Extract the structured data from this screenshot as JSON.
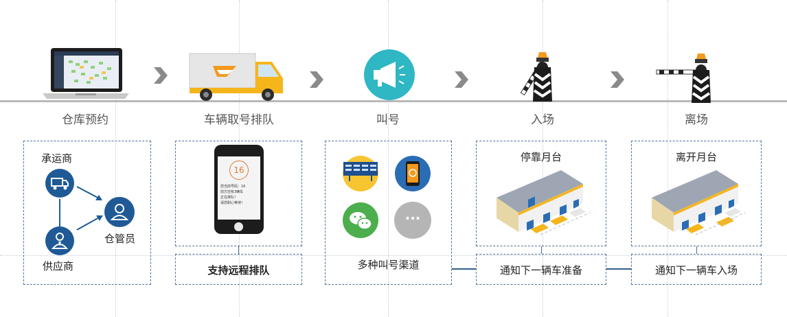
{
  "stages": [
    {
      "label": "仓库预约",
      "icon": "laptop-icon"
    },
    {
      "label": "车辆取号排队",
      "icon": "truck-icon"
    },
    {
      "label": "叫号",
      "icon": "megaphone-icon"
    },
    {
      "label": "入场",
      "icon": "barrier-gate-up-icon"
    },
    {
      "label": "离场",
      "icon": "barrier-gate-down-icon"
    }
  ],
  "reservation": {
    "carrier": "承运商",
    "supplier": "供应商",
    "warehouse_keeper": "仓管员"
  },
  "queue": {
    "phone_number": "16",
    "phone_line1": "您当前号码：16",
    "phone_line2": "前方还有3辆车",
    "phone_line3": "正在排队！",
    "phone_line4": "请您耐心等待！",
    "caption": "支持远程排队"
  },
  "call": {
    "caption": "多种叫号渠道",
    "more_icon_text": "···"
  },
  "enter": {
    "title": "停靠月台",
    "caption": "通知下一辆车准备"
  },
  "leave": {
    "title": "离开月台",
    "caption": "通知下一辆车入场"
  },
  "colors": {
    "accent_blue": "#1f5a96",
    "truck_yellow": "#f5b51b",
    "teal": "#2fb7c4",
    "green": "#4cae4c",
    "gray": "#b5b5b5"
  }
}
